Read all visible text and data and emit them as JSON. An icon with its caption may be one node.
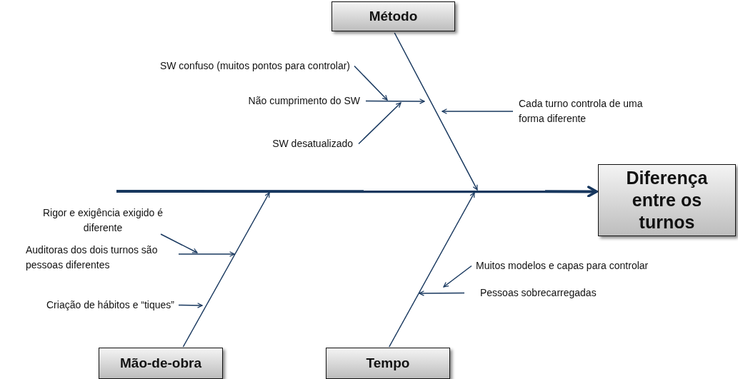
{
  "diagram": {
    "nodes": [
      {
        "text": [
          "Método"
        ]
      },
      {
        "text": [
          "Diferença entre os turnos"
        ]
      },
      {
        "text": [
          "Mão-de-obra"
        ]
      },
      {
        "text": [
          "Tempo"
        ]
      },
      {
        "text": [
          "SW confuso (muitos pontos para controlar)"
        ]
      },
      {
        "text": [
          "Não cumprimento do SW"
        ]
      },
      {
        "text": [
          "SW desatualizado"
        ]
      },
      {
        "text": [
          "Cada turno controla de uma forma diferente"
        ]
      },
      {
        "text": [
          "Rigor e exigência exigido é diferente"
        ]
      },
      {
        "text": [
          "Auditoras dos dois turnos são pessoas diferentes"
        ]
      },
      {
        "text": [
          "Criação de hábitos e “tiques”"
        ]
      },
      {
        "text": [
          "Muitos modelos e capas para controlar"
        ]
      },
      {
        "text": [
          "Pessoas sobrecarregadas"
        ]
      }
    ],
    "edges": [
      {
        "from": null,
        "to": 1,
        "arrow": "to",
        "style": "thick"
      },
      {
        "from": 0,
        "to": null,
        "arrow": "to"
      },
      {
        "from": 2,
        "to": null,
        "arrow": "to"
      },
      {
        "from": 3,
        "to": null,
        "arrow": "to"
      },
      {
        "from": 4,
        "to": null,
        "arrow": "to"
      },
      {
        "from": 5,
        "to": null,
        "arrow": "to"
      },
      {
        "from": 6,
        "to": null,
        "arrow": "to"
      },
      {
        "from": 7,
        "to": null,
        "arrow": "to"
      },
      {
        "from": 8,
        "to": null,
        "arrow": "to"
      },
      {
        "from": 9,
        "to": null,
        "arrow": "to"
      },
      {
        "from": 10,
        "to": null,
        "arrow": "to"
      },
      {
        "from": 11,
        "to": null,
        "arrow": "to"
      },
      {
        "from": 12,
        "to": null,
        "arrow": "to"
      }
    ]
  }
}
